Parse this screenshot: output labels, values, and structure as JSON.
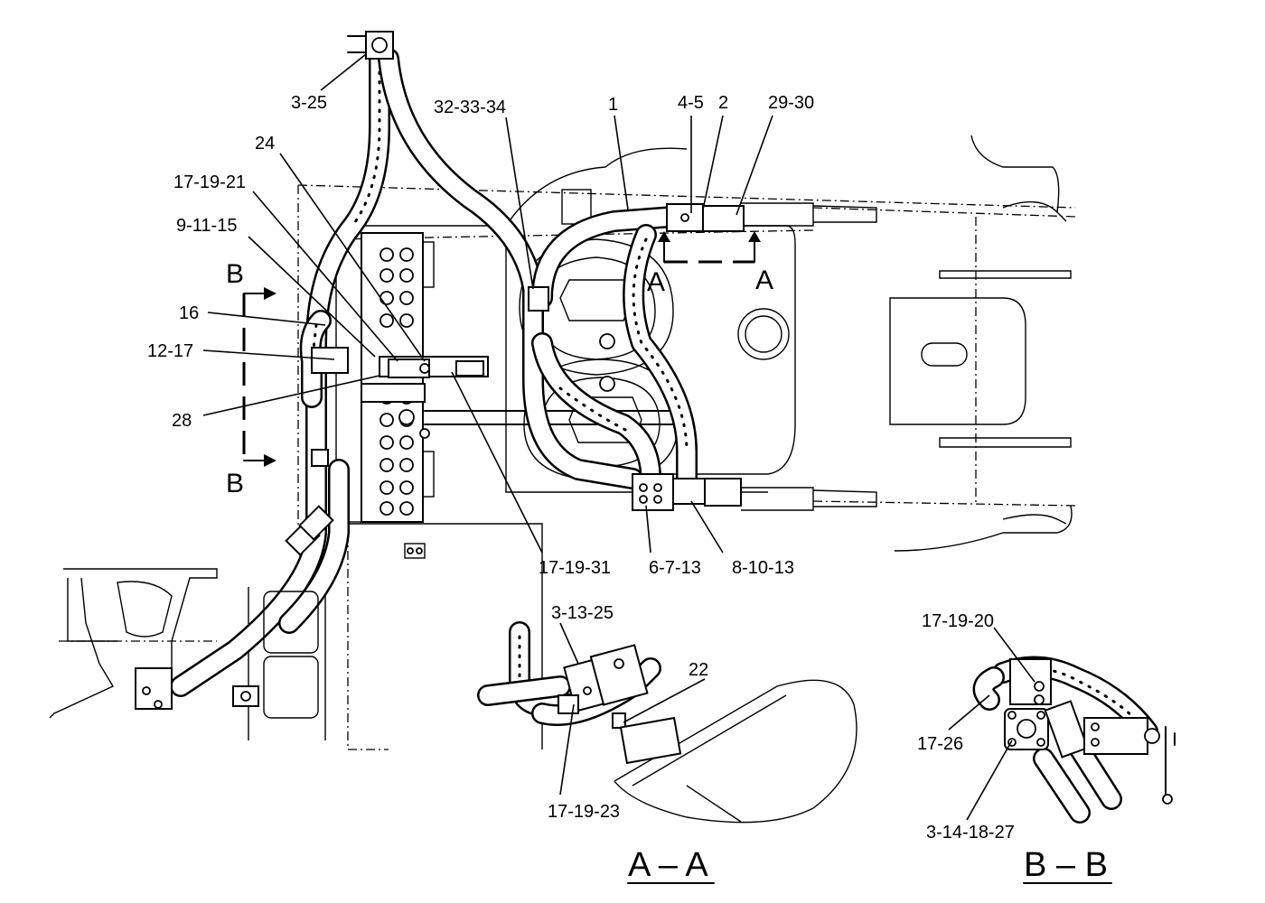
{
  "callouts": {
    "c_3_25_top": "3-25",
    "c_32_33_34": "32-33-34",
    "c_1": "1",
    "c_4_5": "4-5",
    "c_2": "2",
    "c_29_30": "29-30",
    "c_24": "24",
    "c_17_19_21": "17-19-21",
    "c_9_11_15": "9-11-15",
    "c_16": "16",
    "c_12_17": "12-17",
    "c_28": "28",
    "c_17_19_31": "17-19-31",
    "c_6_7_13": "6-7-13",
    "c_8_10_13": "8-10-13",
    "c_3_13_25": "3-13-25",
    "c_22": "22",
    "c_17_19_23": "17-19-23",
    "c_17_19_20": "17-19-20",
    "c_17_26": "17-26",
    "c_3_14_18_27": "3-14-18-27"
  },
  "section_markers": {
    "a_left": "A",
    "a_right": "A",
    "b_top": "B",
    "b_bottom": "B"
  },
  "section_titles": {
    "aa": "A – A",
    "bb": "B – B"
  }
}
